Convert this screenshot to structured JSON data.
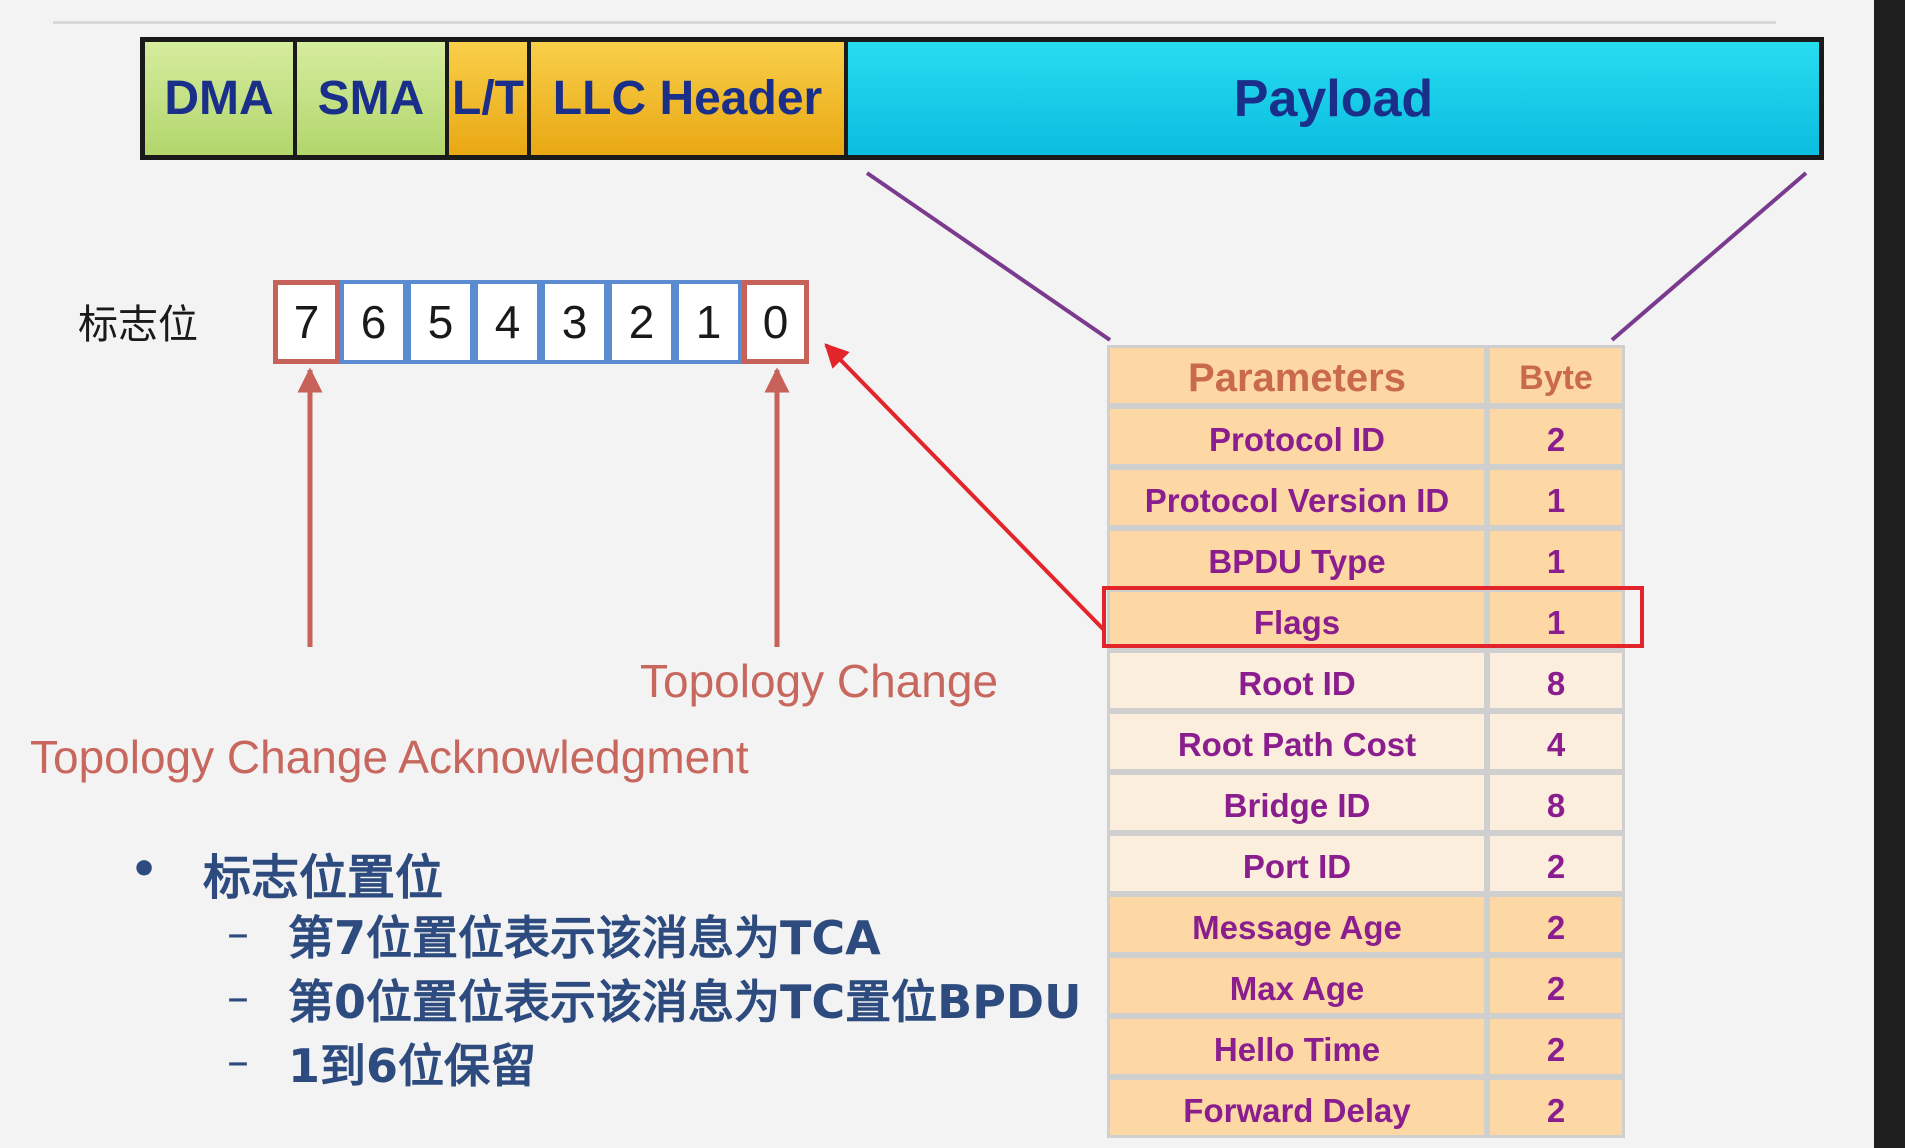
{
  "frame": {
    "segments": [
      {
        "id": "dma",
        "label": "DMA",
        "color": "green"
      },
      {
        "id": "sma",
        "label": "SMA",
        "color": "green"
      },
      {
        "id": "lt",
        "label": "L/T",
        "color": "orange"
      },
      {
        "id": "llc",
        "label": "LLC Header",
        "color": "orange"
      },
      {
        "id": "payload",
        "label": "Payload",
        "color": "cyan"
      }
    ]
  },
  "flags": {
    "label": "标志位",
    "bits": [
      "7",
      "6",
      "5",
      "4",
      "3",
      "2",
      "1",
      "0"
    ],
    "tc_caption": "Topology Change",
    "tca_caption": "Topology Change Acknowledgment"
  },
  "bullets": {
    "main": "标志位置位",
    "subs": [
      "第7位置位表示该消息为TCA",
      "第0位置位表示该消息为TC置位BPDU",
      "1到6位保留"
    ],
    "dash_symbol": "–",
    "dot_symbol": "•"
  },
  "table": {
    "headers": {
      "param": "Parameters",
      "byte": "Byte"
    },
    "rows": [
      {
        "param": "Protocol ID",
        "byte": "2"
      },
      {
        "param": "Protocol Version ID",
        "byte": "1"
      },
      {
        "param": "BPDU Type",
        "byte": "1"
      },
      {
        "param": "Flags",
        "byte": "1"
      },
      {
        "param": "Root ID",
        "byte": "8"
      },
      {
        "param": "Root Path Cost",
        "byte": "4"
      },
      {
        "param": "Bridge ID",
        "byte": "8"
      },
      {
        "param": "Port ID",
        "byte": "2"
      },
      {
        "param": "Message Age",
        "byte": "2"
      },
      {
        "param": "Max Age",
        "byte": "2"
      },
      {
        "param": "Hello Time",
        "byte": "2"
      },
      {
        "param": "Forward Delay",
        "byte": "2"
      }
    ],
    "highlighted_row": "Flags"
  },
  "colors": {
    "text_blue": "#1a2f8a",
    "param_purple": "#8b1e8e",
    "caption_red": "#c7675e",
    "highlight_red": "#e3242b",
    "connector_purple": "#7a3b8f",
    "bit_blue_border": "#5b8bd0",
    "bit_red_border": "#c6625a"
  }
}
